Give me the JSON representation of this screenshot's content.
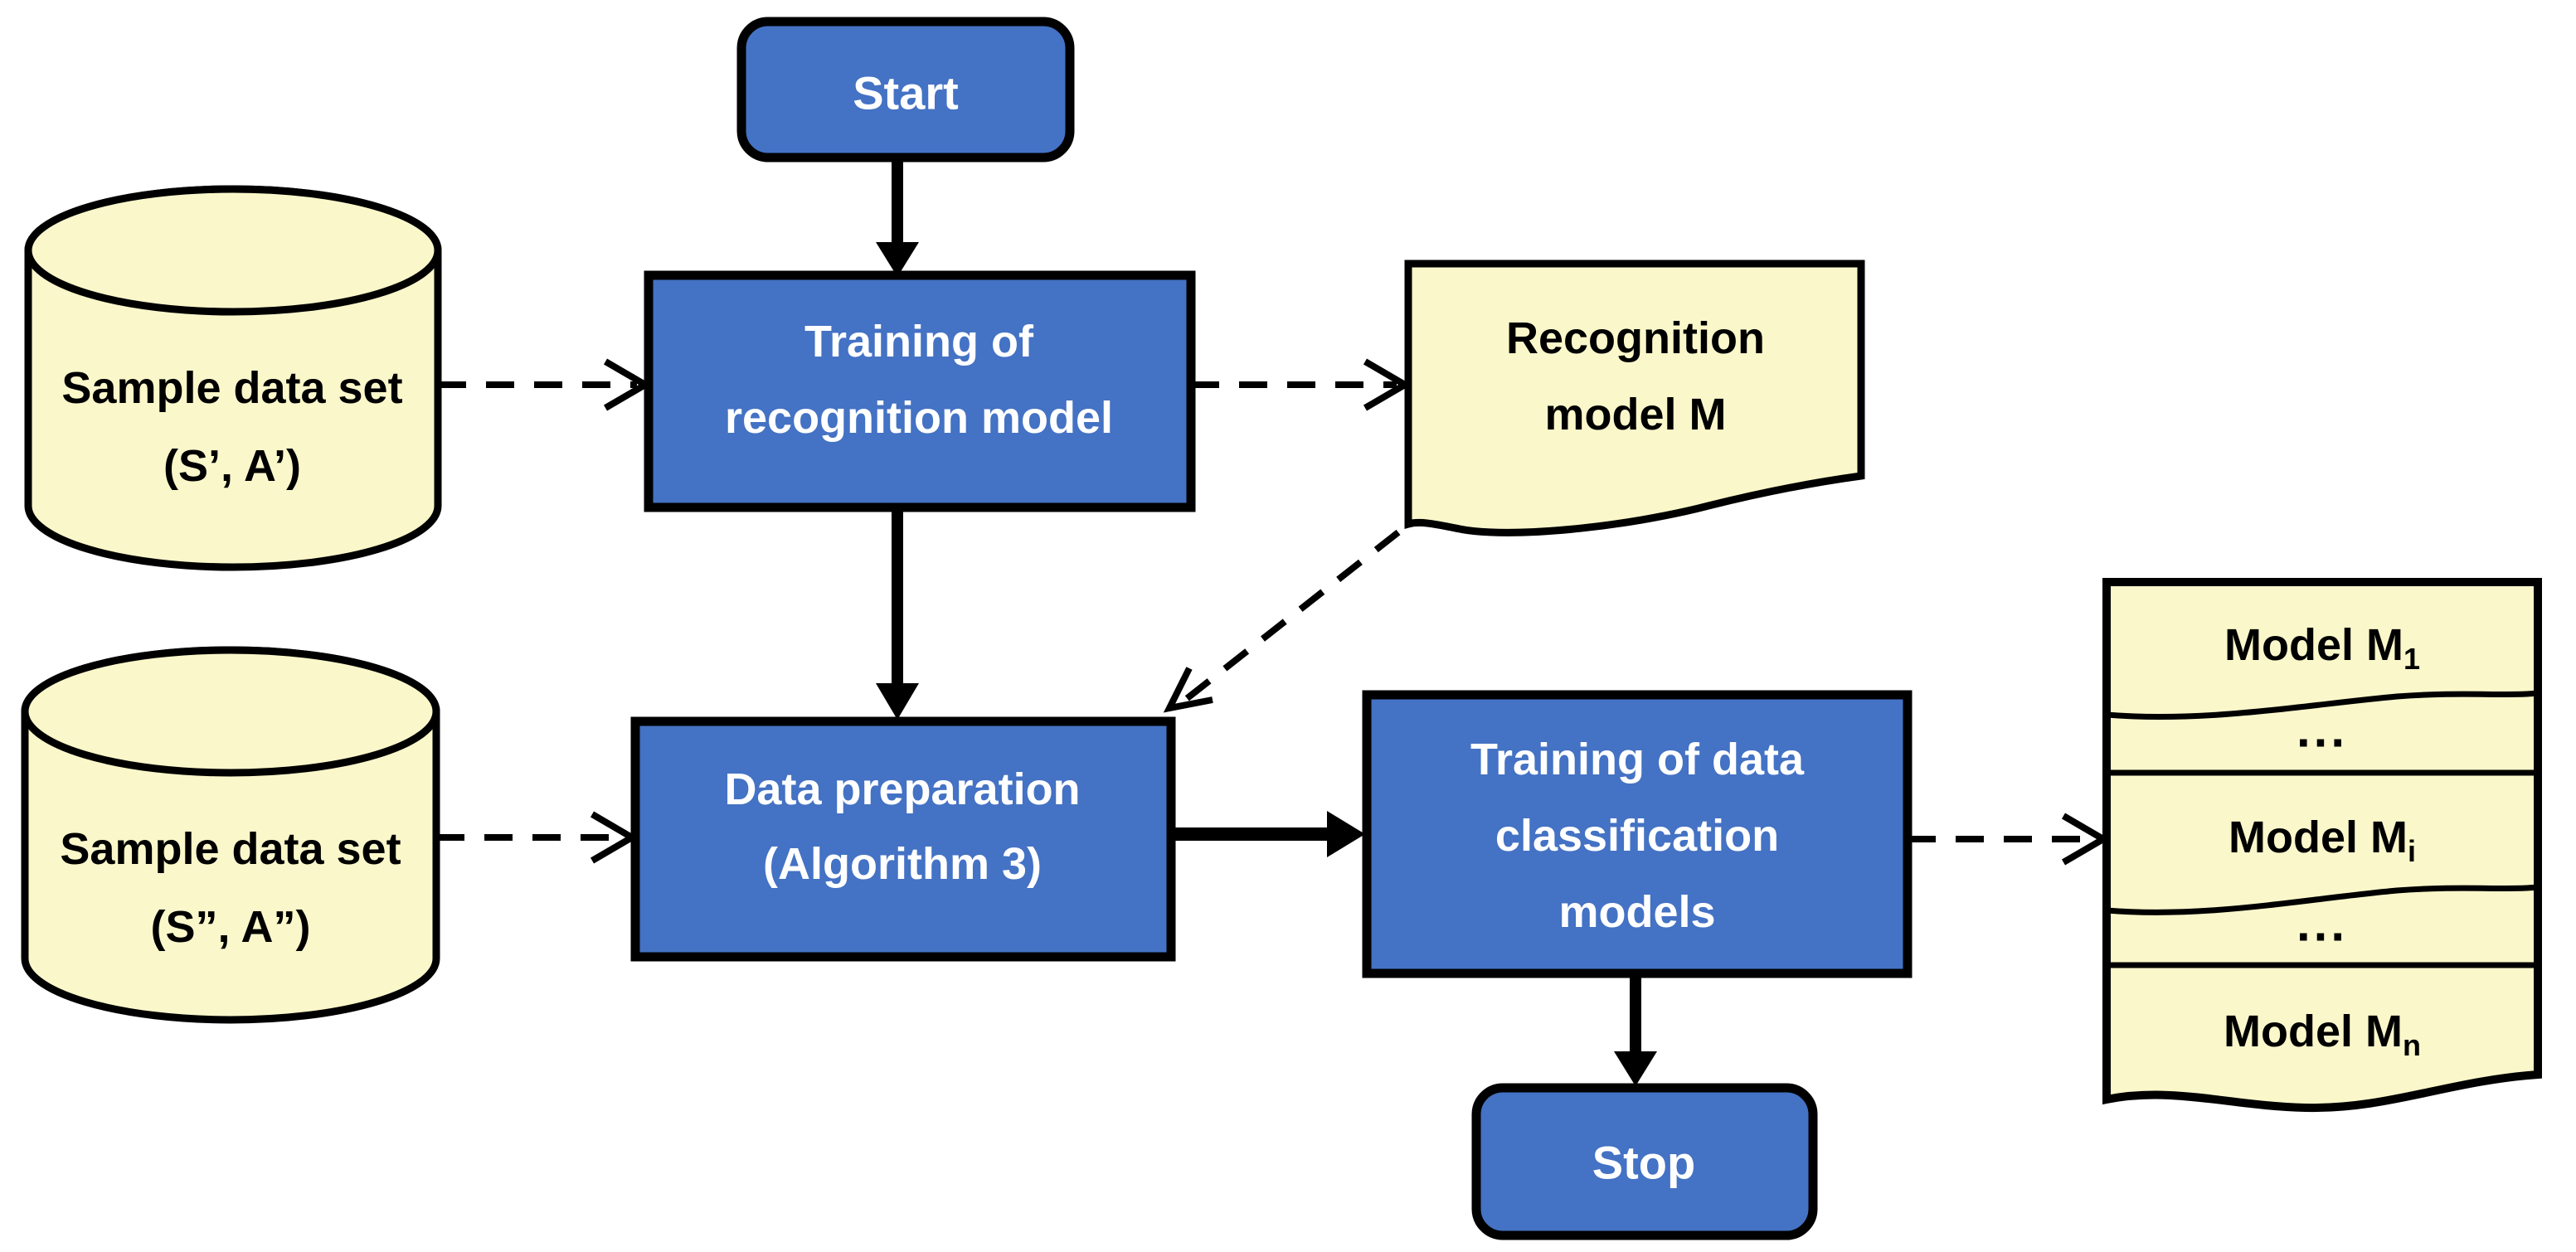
{
  "diagram": {
    "colors": {
      "process_fill": "#4472C4",
      "data_fill": "#FAF7CA",
      "outline": "#000000",
      "text_on_process": "#FFFFFF",
      "text_on_data": "#000000"
    },
    "nodes": {
      "start": {
        "label": "Start"
      },
      "sample_set_1": {
        "line1": "Sample data set",
        "line2": "(S’, A’)"
      },
      "training_recognition": {
        "line1": "Training of",
        "line2": "recognition model"
      },
      "recognition_model": {
        "line1": "Recognition",
        "line2": "model M"
      },
      "sample_set_2": {
        "line1": "Sample data set",
        "line2": "(S”, A”)"
      },
      "data_preparation": {
        "line1": "Data preparation",
        "line2": "(Algorithm 3)"
      },
      "training_classification": {
        "line1": "Training of data",
        "line2": "classification",
        "line3": "models"
      },
      "stop": {
        "label": "Stop"
      },
      "model_stack": {
        "items": [
          {
            "base": "Model M",
            "sub": "1"
          },
          {
            "base": "...",
            "sub": ""
          },
          {
            "base": "Model M",
            "sub": "i"
          },
          {
            "base": "...",
            "sub": ""
          },
          {
            "base": "Model M",
            "sub": "n"
          }
        ]
      }
    },
    "edges": [
      {
        "from": "start",
        "to": "training_recognition",
        "style": "solid"
      },
      {
        "from": "sample_set_1",
        "to": "training_recognition",
        "style": "dashed"
      },
      {
        "from": "training_recognition",
        "to": "recognition_model",
        "style": "dashed"
      },
      {
        "from": "training_recognition",
        "to": "data_preparation",
        "style": "solid"
      },
      {
        "from": "recognition_model",
        "to": "data_preparation",
        "style": "dashed"
      },
      {
        "from": "sample_set_2",
        "to": "data_preparation",
        "style": "dashed"
      },
      {
        "from": "data_preparation",
        "to": "training_classification",
        "style": "solid"
      },
      {
        "from": "training_classification",
        "to": "model_stack",
        "style": "dashed"
      },
      {
        "from": "training_classification",
        "to": "stop",
        "style": "solid"
      }
    ]
  }
}
